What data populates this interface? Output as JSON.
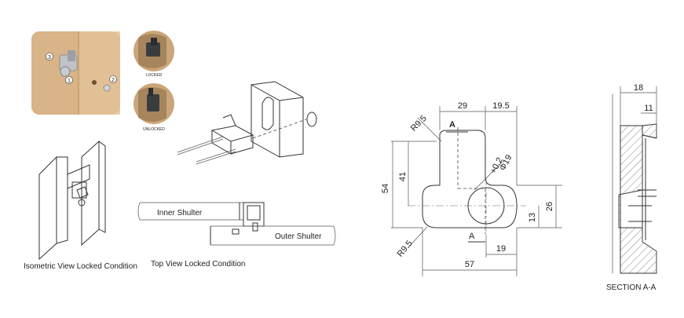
{
  "photo": {
    "callouts": [
      "3",
      "1",
      "2"
    ],
    "locked_label": "LOCKED",
    "unlocked_label": "UNLOCKED",
    "locked_color": "#c0392b",
    "unlocked_color": "#27ae60",
    "wood_color": "#d9b488"
  },
  "views": {
    "isometric_caption": "Isometric View Locked Condition",
    "top_caption": "Top View Locked Condition",
    "inner_shutter": "Inner Shulter",
    "outer_shutter": "Outer Shulter"
  },
  "drawing": {
    "dims": {
      "top_width": "29",
      "top_right": "19.5",
      "radius_top": "R9.5",
      "radius_bottom": "R9.5",
      "height_total": "54",
      "height_inner": "41",
      "hole_dia": "Φ19",
      "hole_tol": "+0.2",
      "section_mark_top": "A",
      "section_mark_bottom": "A",
      "right_height": "26",
      "hole_height": "13",
      "bottom_right": "19",
      "bottom_total": "57"
    }
  },
  "section": {
    "dim_outer": "18",
    "dim_inner": "11",
    "title": "SECTION A-A"
  }
}
